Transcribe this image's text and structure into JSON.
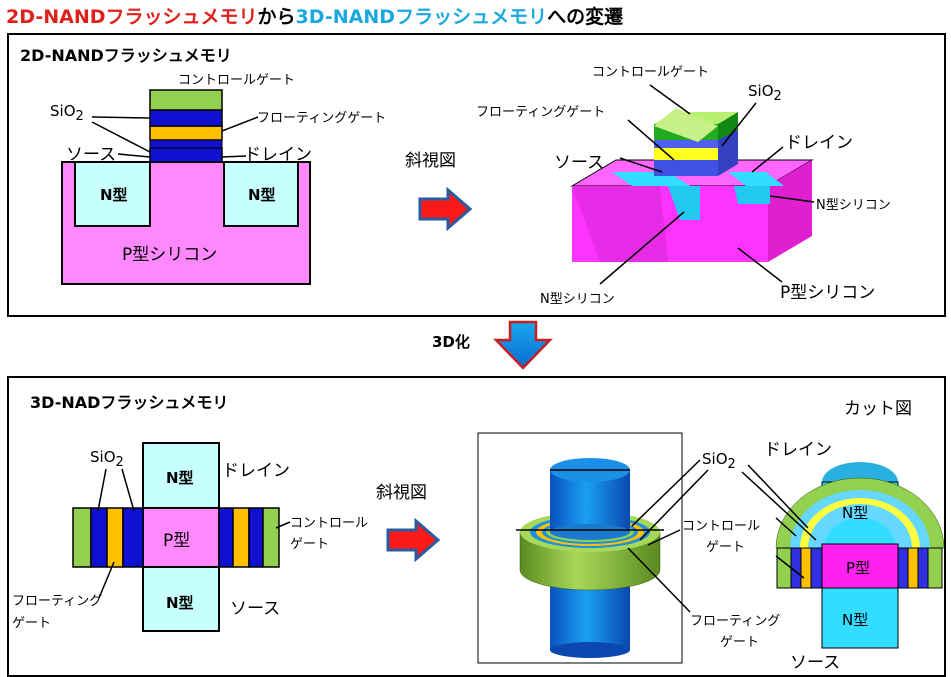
{
  "title": {
    "part1": "2D-NAND",
    "part2": "フラッシュメモリ",
    "part3": "から",
    "part4": "3D-NAND",
    "part5": "フラッシュメモリ",
    "part6": "への変遷"
  },
  "colors": {
    "red_text": "#e0201a",
    "cyan_text": "#1aa8e0",
    "pink": "#ff88ff",
    "light_cyan": "#c8ffff",
    "green": "#92d050",
    "blue": "#1010d0",
    "yellow": "#ffc000"
  },
  "top_panel": {
    "heading": "2D-NANDフラッシュメモリ",
    "left": {
      "control_gate": "コントロールゲート",
      "sio2": "SiO",
      "sio2_sub": "2",
      "floating_gate": "フローティングゲート",
      "source": "ソース",
      "drain": "ドレイン",
      "n_type_left": "N型",
      "n_type_right": "N型",
      "p_silicon": "P型シリコン"
    },
    "perspective_label": "斜視図",
    "right": {
      "control_gate": "コントロールゲート",
      "sio2": "SiO",
      "sio2_sub": "2",
      "floating_gate": "フローティングゲート",
      "source": "ソース",
      "drain": "ドレイン",
      "n_silicon_right": "N型シリコン",
      "n_silicon_bottom": "N型シリコン",
      "p_silicon": "P型シリコン"
    }
  },
  "transition_label": "3D化",
  "bottom_panel": {
    "heading": "3D-NADフラッシュメモリ",
    "left": {
      "sio2": "SiO",
      "sio2_sub": "2",
      "n_type_top": "N型",
      "drain": "ドレイン",
      "p_type": "P型",
      "control_gate_1": "コントロール",
      "control_gate_2": "ゲート",
      "n_type_bottom": "N型",
      "source": "ソース",
      "floating_gate_1": "フローティング",
      "floating_gate_2": "ゲート"
    },
    "perspective_label": "斜視図",
    "cut_label": "カット図",
    "right": {
      "sio2": "SiO",
      "sio2_sub": "2",
      "drain": "ドレイン",
      "control_gate_1": "コントロール",
      "control_gate_2": "ゲート",
      "floating_gate_1": "フローティング",
      "floating_gate_2": "ゲート",
      "n_type_top": "N型",
      "p_type": "P型",
      "n_type_bottom": "N型",
      "source": "ソース"
    }
  }
}
